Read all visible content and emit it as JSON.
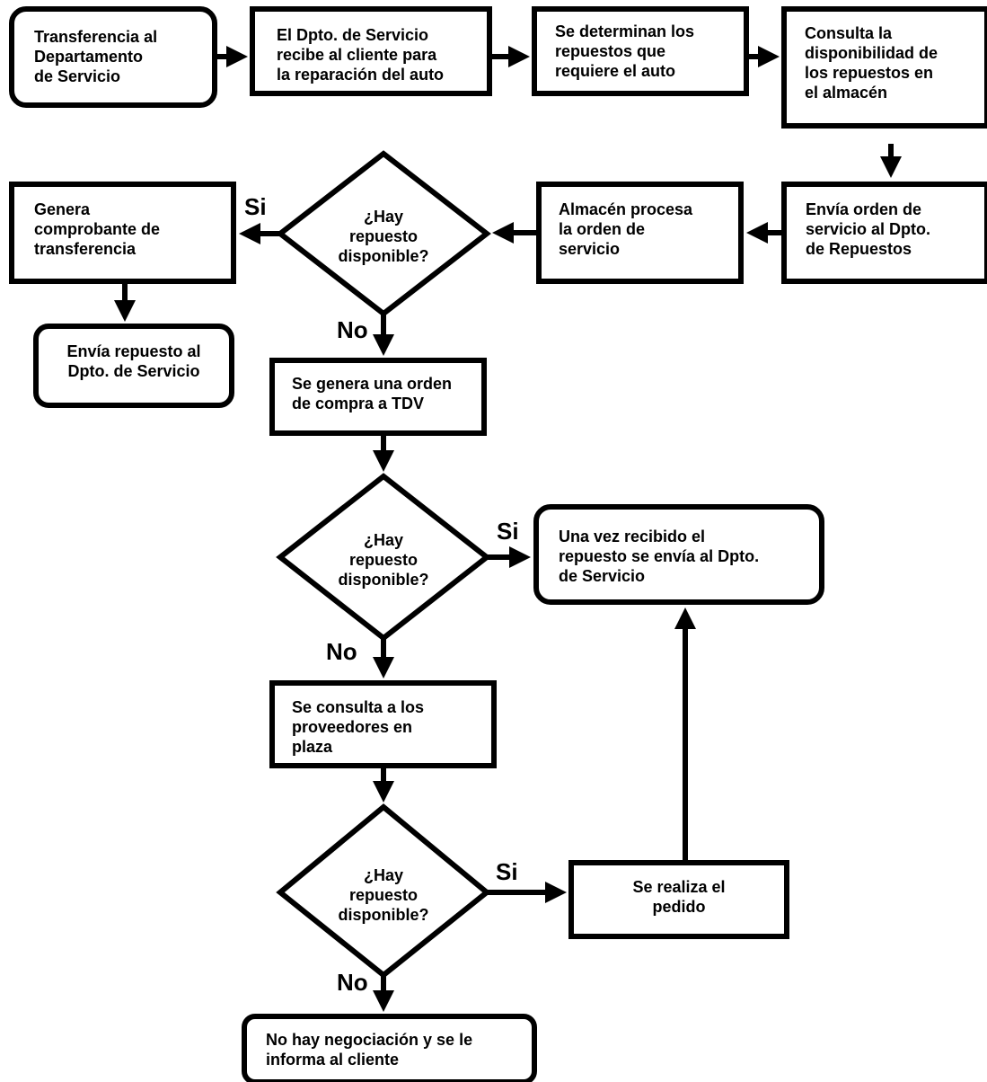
{
  "nodes": {
    "n1": "Transferencia al\nDepartamento\nde Servicio",
    "n2": "El Dpto. de Servicio\nrecibe al cliente para\nla reparación del auto",
    "n3": "Se determinan los\nrepuestos que\nrequiere el auto",
    "n4": "Consulta la\ndisponibilidad de\nlos repuestos en\nel almacén",
    "n5": "Envía orden de\nservicio al Dpto.\nde Repuestos",
    "n6": "Almacén procesa\nla orden de\nservicio",
    "d1": "¿Hay\nrepuesto\ndisponible?",
    "n7": "Genera\ncomprobante de\ntransferencia",
    "n8": "Envía repuesto al\nDpto. de Servicio",
    "n9": "Se genera una orden\nde compra a TDV",
    "d2": "¿Hay\nrepuesto\ndisponible?",
    "n10": "Una vez recibido el\nrepuesto se envía al Dpto.\nde Servicio",
    "n11": "Se consulta a los\nproveedores en\nplaza",
    "d3": "¿Hay\nrepuesto\ndisponible?",
    "n12": "Se realiza el\npedido",
    "n13": "No hay negociación y se le\ninforma al cliente"
  },
  "labels": {
    "si1": "Si",
    "no1": "No",
    "si2": "Si",
    "no2": "No",
    "si3": "Si",
    "no3": "No"
  },
  "colors": {
    "stroke": "#000000",
    "fill": "#ffffff"
  }
}
